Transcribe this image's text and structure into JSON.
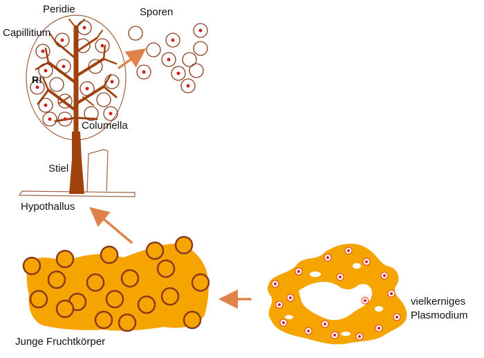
{
  "labels": {
    "peridie": "Peridie",
    "sporen": "Sporen",
    "capillitium": "Capillitium",
    "r_mark": "R!",
    "columella": "Columella",
    "stiel": "Stiel",
    "hypothallus": "Hypothallus",
    "junge_fruchtkoerper": "Junge Fruchtkörper",
    "plasmodium_line1": "vielkerniges",
    "plasmodium_line2": "Plasmodium"
  },
  "colors": {
    "plasmodium": "#f5a400",
    "fruitbody": "#f5a400",
    "stalk": "#a0420e",
    "arrow": "#e0824a",
    "spore_ring": "#8a3a1a",
    "spore_dot": "#d41f1f",
    "outline": "#a06040"
  }
}
